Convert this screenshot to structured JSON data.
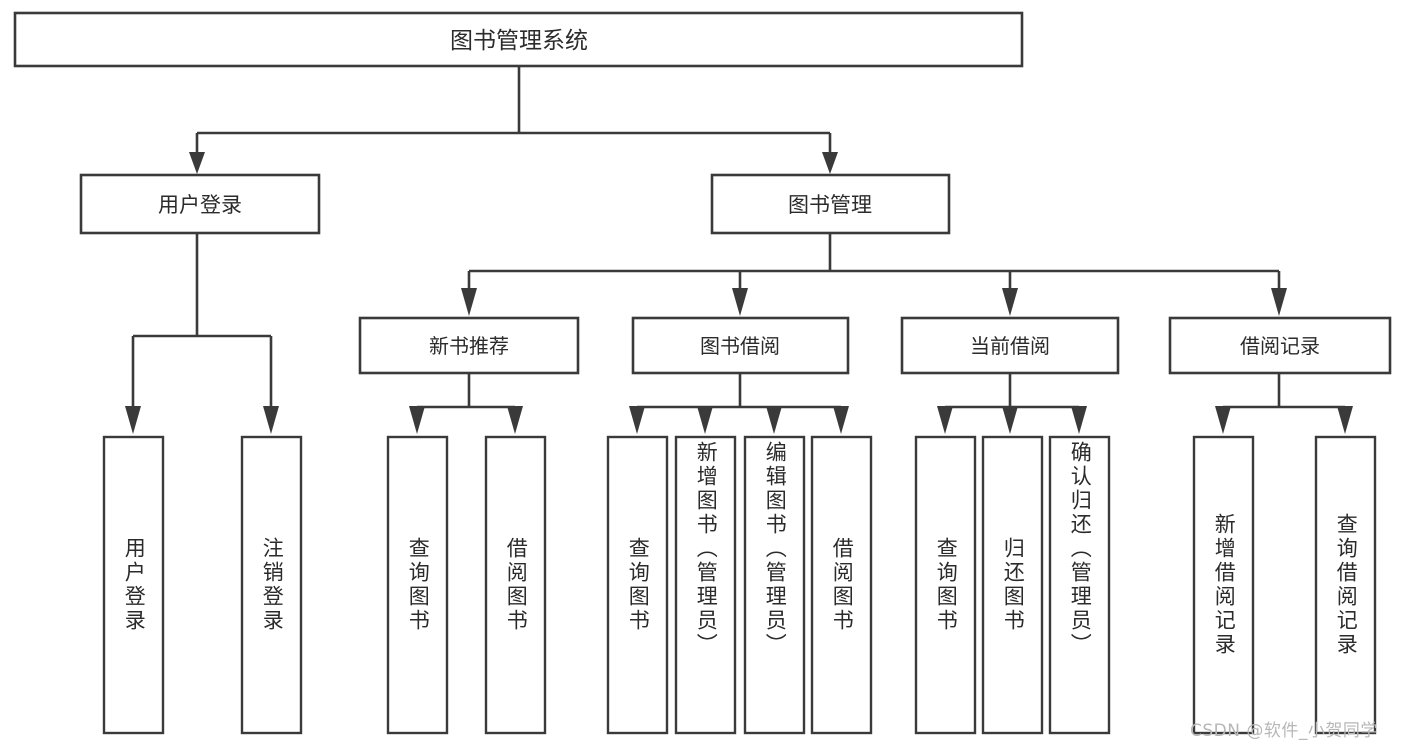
{
  "diagram": {
    "title": "图书管理系统",
    "type": "tree-hierarchy",
    "orientation": "top-down",
    "colors": {
      "box_stroke": "#3a3a3a",
      "box_fill": "#ffffff",
      "text": "#2b2b2b",
      "connector": "#3a3a3a",
      "watermark": "#b7b7b7",
      "background": "#ffffff"
    },
    "root": {
      "label": "图书管理系统"
    },
    "level1": [
      {
        "label": "用户登录"
      },
      {
        "label": "图书管理"
      }
    ],
    "level2": [
      {
        "label": "新书推荐"
      },
      {
        "label": "图书借阅"
      },
      {
        "label": "当前借阅"
      },
      {
        "label": "借阅记录"
      }
    ],
    "leaves": {
      "user_login": [
        {
          "label": "用户登录"
        },
        {
          "label": "注销登录"
        }
      ],
      "new_book_recommend": [
        {
          "label": "查询图书"
        },
        {
          "label": "借阅图书"
        }
      ],
      "book_borrow": [
        {
          "label": "查询图书"
        },
        {
          "label": "新增图书（管理员）"
        },
        {
          "label": "编辑图书（管理员）"
        },
        {
          "label": "借阅图书"
        }
      ],
      "current_borrow": [
        {
          "label": "查询图书"
        },
        {
          "label": "归还图书"
        },
        {
          "label": "确认归还（管理员）"
        }
      ],
      "borrow_record": [
        {
          "label": "新增借阅记录"
        },
        {
          "label": "查询借阅记录"
        }
      ]
    }
  },
  "watermark": {
    "text": "CSDN @软件_小贺同学"
  }
}
